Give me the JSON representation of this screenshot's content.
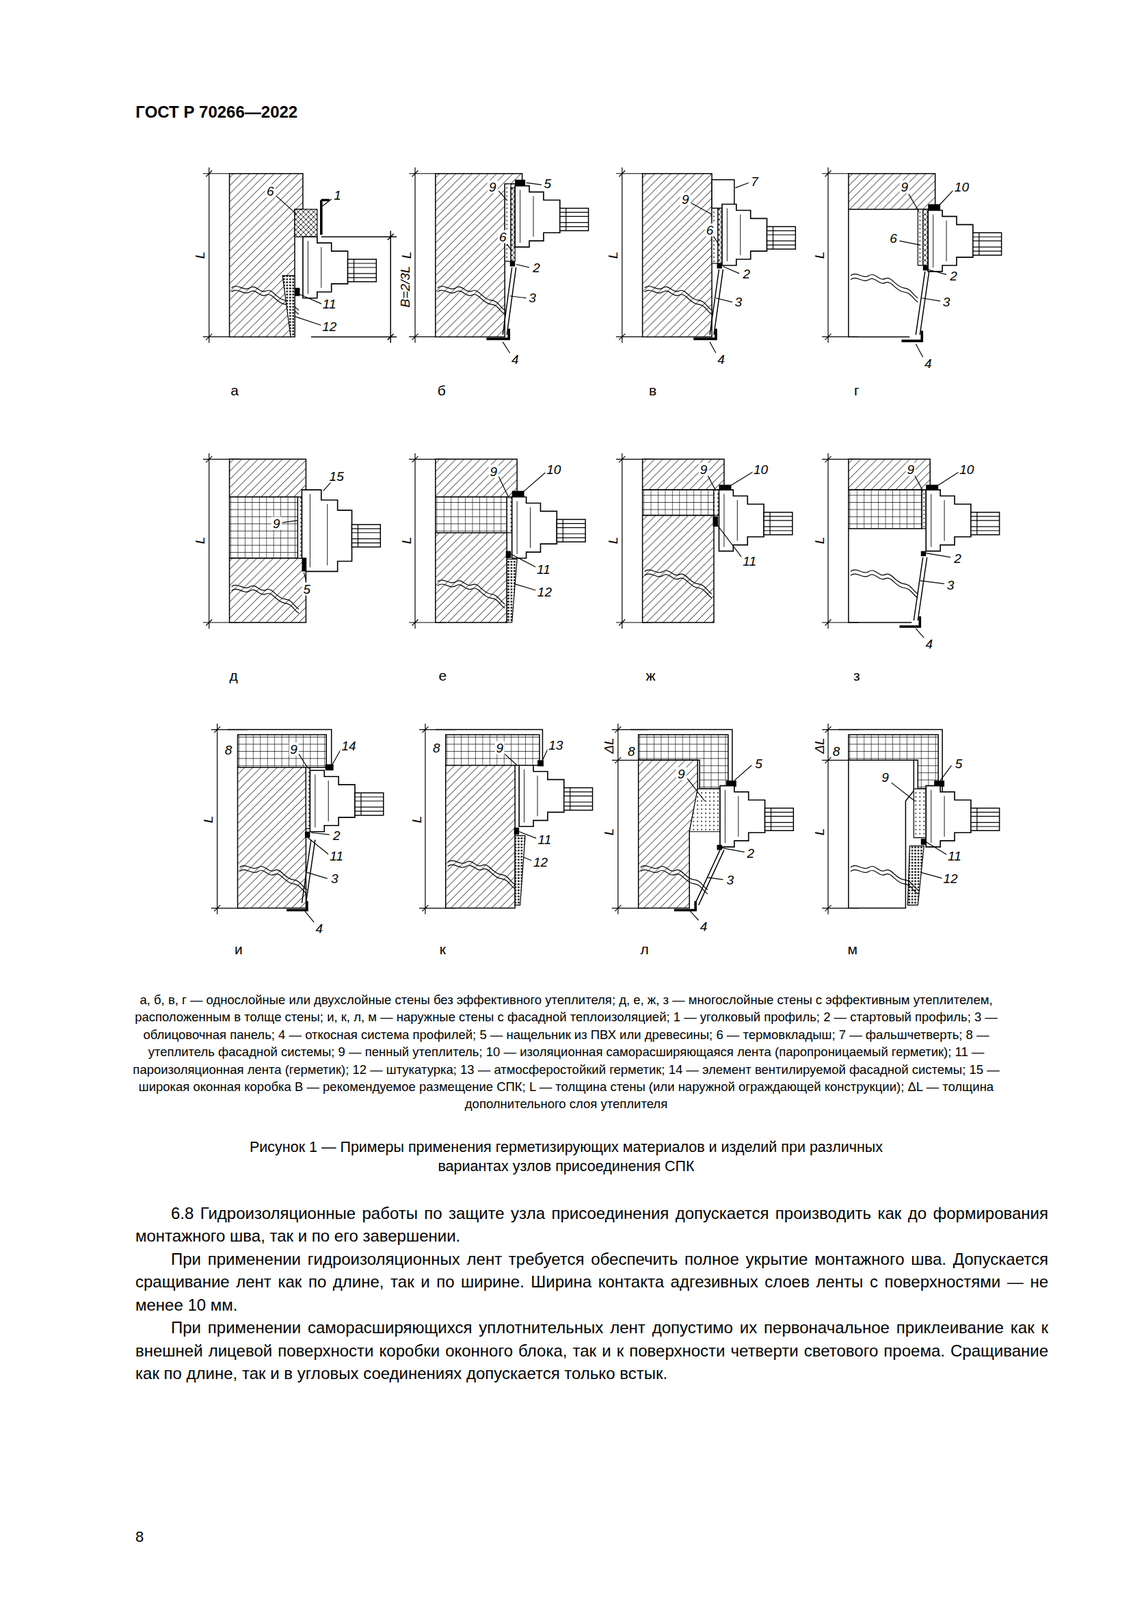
{
  "diagram": {
    "title": "ГОСТ Р 70266—2022",
    "caption": "Рисунок 1 — Примеры применения герметизирующих материалов и изделий при различных вариантах узлов присоединения СПК",
    "labels": [
      "L",
      "6",
      "1",
      "11",
      "12",
      "B=2/3L",
      "а",
      "L",
      "9",
      "5",
      "6",
      "2",
      "3",
      "4",
      "б",
      "L",
      "9",
      "7",
      "6",
      "2",
      "3",
      "4",
      "в",
      "L",
      "9",
      "10",
      "6",
      "2",
      "3",
      "4",
      "г",
      "L",
      "15",
      "9",
      "5",
      "д",
      "L",
      "9",
      "10",
      "11",
      "12",
      "е",
      "L",
      "9",
      "10",
      "11",
      "ж",
      "L",
      "9",
      "10",
      "2",
      "3",
      "4",
      "з",
      "L",
      "8",
      "9",
      "14",
      "2",
      "11",
      "3",
      "4",
      "и",
      "L",
      "8",
      "9",
      "13",
      "11",
      "12",
      "к",
      "ΔL",
      "L",
      "8",
      "9",
      "5",
      "2",
      "3",
      "4",
      "л",
      "ΔL",
      "L",
      "8",
      "9",
      "5",
      "11",
      "12",
      "м",
      "а, б, в, г — однослойные или двухслойные стены без эффективного утеплителя; д, е, ж, з — многослойные стены с эффективным утеплителем, расположенным в толще стены; и, к, л, м — наружные стены с фасадной теплоизоляцией; 1 — уголковый профиль; 2 — стартовый профиль; 3 — облицовочная панель; 4 — откосная система профилей; 5 — нащельник из ПВХ или древесины; 6 — термовкладыш; 7 — фальшчетверть; 8 — утеплитель фасадной системы; 9 — пенный утеплитель; 10 — изоляционная саморасширяющаяся лента (паропроницаемый герметик); 11 — пароизоляционная лента (герметик); 12 — штукатурка; 13 — атмосферостойкий герметик; 14 — элемент вентилируемой фасадной системы; 15 — широкая оконная коробка B — рекомендуемое размещение СПК; L — толщина стены (или наружной ограждающей конструкции); ΔL — толщина дополнительного слоя утеплителя",
      "6.8 Гидроизоляционные работы по защите узла присоединения допускается производить как до формирования монтажного шва, так и по его завершении.",
      "При применении гидроизоляционных лент требуется обеспечить полное укрытие монтажного шва. Допускается сращивание лент как по длине, так и по ширине. Ширина контакта адгезивных слоев ленты с поверхностями — не менее 10 мм.",
      "При применении саморасширяющихся уплотнительных лент допустимо их первоначальное приклеивание как к внешней лицевой поверхности коробки оконного блока, так и к поверхности четверти светового проема. Сращивание как по длине, так и в угловых соединениях допускается только встык.",
      "8"
    ]
  }
}
